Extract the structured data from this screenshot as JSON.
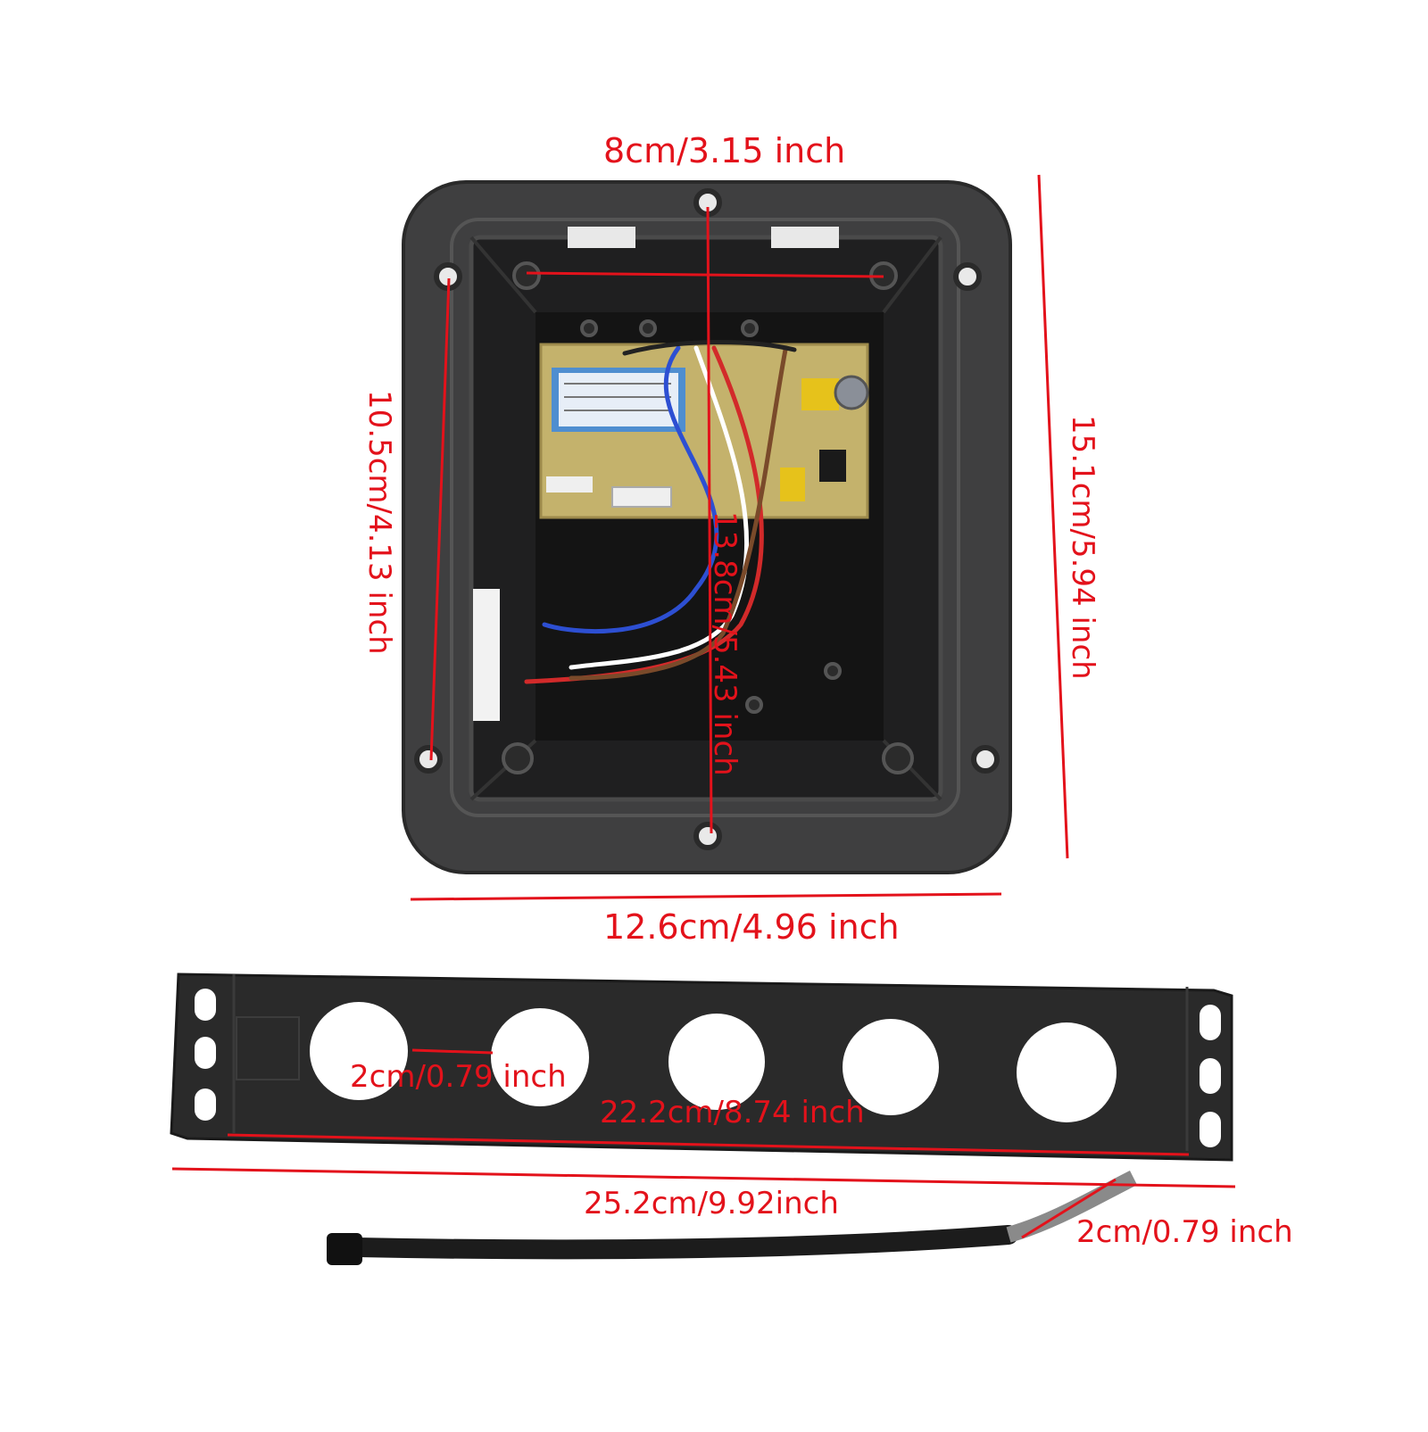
{
  "colors": {
    "dimension_line": "#e3121b",
    "housing": "#3a3a3a",
    "housing_inner": "#1e1e1e",
    "pcb": "#c8b46e",
    "bracket": "#2a2a2a",
    "background": "#ffffff"
  },
  "dimensions": {
    "box_inner_width": "8cm/3.15 inch",
    "box_inner_height": "10.5cm/4.13 inch",
    "box_mount_span": "13.8cm/5.43 inch",
    "box_overall_height": "15.1cm/5.94 inch",
    "box_overall_width": "12.6cm/4.96 inch",
    "hole_diameter": "2cm/0.79 inch",
    "bracket_hole_span": "22.2cm/8.74 inch",
    "bracket_length": "25.2cm/9.92inch",
    "cable_width": "2cm/0.79 inch"
  }
}
